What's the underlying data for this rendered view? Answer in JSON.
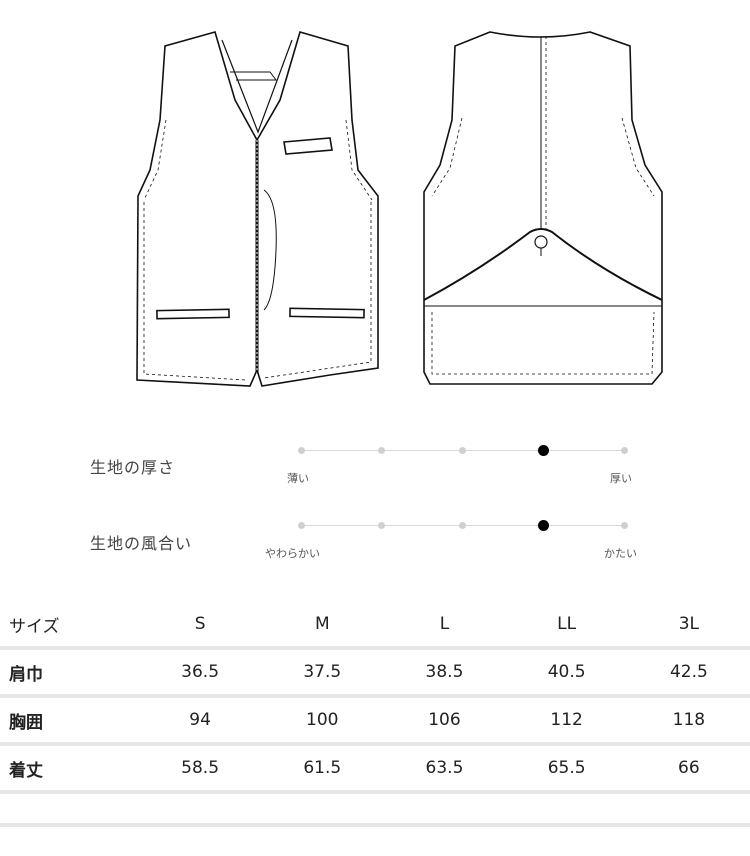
{
  "scales": [
    {
      "label": "生地の厚さ",
      "left": "薄い",
      "right": "厚い",
      "steps": 5,
      "selected": 4
    },
    {
      "label": "生地の風合い",
      "left": "やわらかい",
      "right": "かたい",
      "steps": 5,
      "selected": 4
    }
  ],
  "size_table": {
    "header_label": "サイズ",
    "sizes": [
      "S",
      "M",
      "L",
      "LL",
      "3L"
    ],
    "rows": [
      {
        "label": "肩巾",
        "values": [
          "36.5",
          "37.5",
          "38.5",
          "40.5",
          "42.5"
        ]
      },
      {
        "label": "胸囲",
        "values": [
          "94",
          "100",
          "106",
          "112",
          "118"
        ]
      },
      {
        "label": "着丈",
        "values": [
          "58.5",
          "61.5",
          "63.5",
          "65.5",
          "66"
        ]
      }
    ]
  }
}
